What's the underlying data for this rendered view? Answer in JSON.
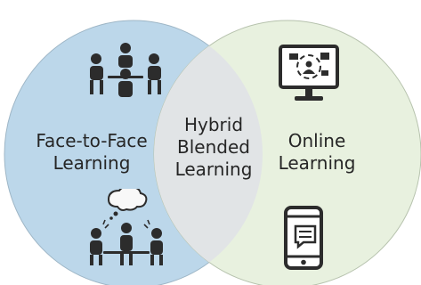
{
  "diagram": {
    "left_circle": {
      "label": "Face-to-Face\nLearning",
      "fill": "#bcd7ea"
    },
    "right_circle": {
      "label": "Online\nLearning",
      "fill": "#e8f1df"
    },
    "overlap": {
      "label": "Hybrid\nBlended\nLearning",
      "fill": "#e1e4e6"
    },
    "icons": [
      "group-meeting-icon",
      "thinking-discussion-icon",
      "online-classroom-monitor-icon",
      "mobile-chat-icon"
    ]
  }
}
